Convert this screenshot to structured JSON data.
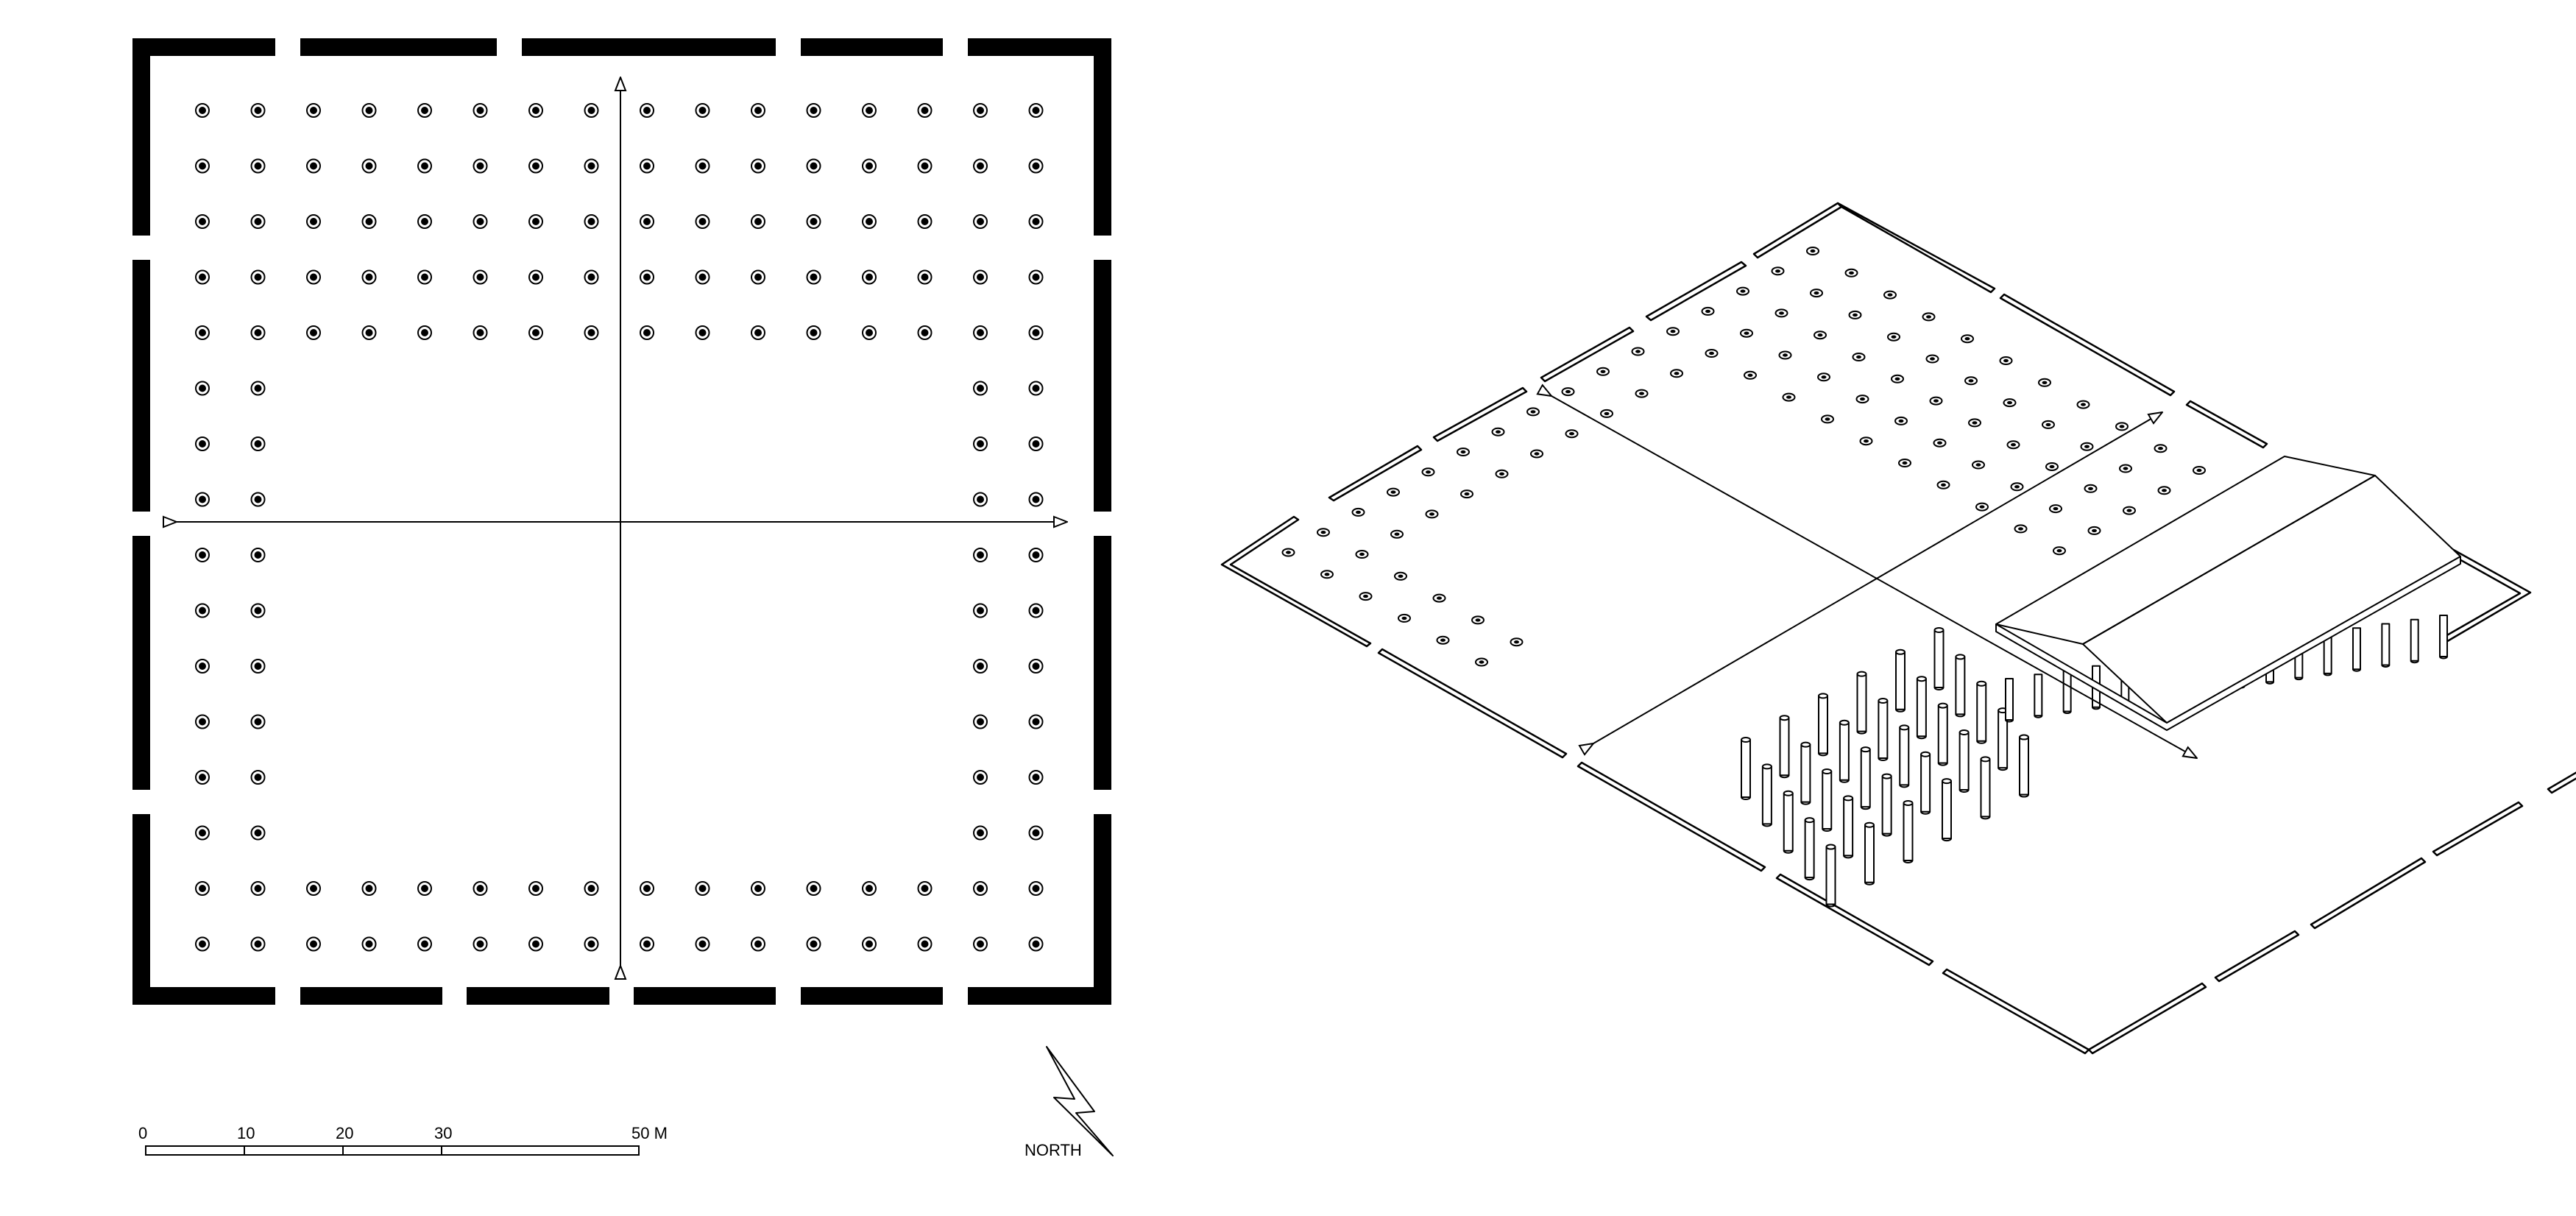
{
  "plan_view": {
    "grid_columns": 16,
    "grid_rows": 16,
    "colonnade_depth_north": 5,
    "colonnade_depth_south": 2,
    "colonnade_depth_sides": 2
  },
  "isometric_view": {
    "roofed_bay_columns": 16,
    "standing_columns_rows": 6,
    "standing_columns_per_row": 5
  },
  "scale_bar": {
    "ticks": [
      {
        "value": 0,
        "label": "0"
      },
      {
        "value": 10,
        "label": "10"
      },
      {
        "value": 20,
        "label": "20"
      },
      {
        "value": 30,
        "label": "30"
      },
      {
        "value": 50,
        "label": "50 M"
      }
    ],
    "max": 50
  },
  "north_arrow": {
    "label": "NORTH"
  },
  "colors": {
    "ink": "#000000",
    "paper": "#ffffff"
  }
}
